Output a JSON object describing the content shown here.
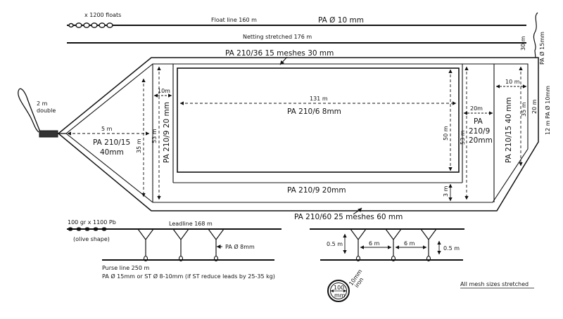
{
  "top": {
    "floats": "x 1200 floats",
    "float_line": "Float line 160 m",
    "float_line_material": "PA  Ø  10 mm",
    "netting_stretched": "Netting stretched 176 m",
    "side_depth": "30 m",
    "side_material": "PA Ø 15mm"
  },
  "net": {
    "top_strip": "PA  210/36     15 meshes  30 mm",
    "bottom_strip": "PA  210/60     25 meshes  60 mm",
    "center_panel": "PA  210/6  8mm",
    "center_length": "131 m",
    "frame_bottom": "PA  210/9  20mm",
    "frame_left": "PA 210/9  20 mm",
    "frame_left_width": "10m",
    "frame_right": "PA",
    "frame_right_2": "210/9",
    "frame_right_3": "20mm",
    "frame_right_width": "20m",
    "end_panel": "PA 210/15  40 mm",
    "end_width": "10 m",
    "end_depth": "35 m",
    "end_depth_outer": "20 m",
    "far_right": "12 m  PA Ø 10mm",
    "wing_material": "PA 210/15",
    "wing_mesh": "40mm",
    "wing_length": "5 m",
    "wing_depth": "35 m",
    "total_depth_left": "53 m",
    "total_depth_right": "53 m",
    "panel_depth": "50 m",
    "bottom_gap": "3 m",
    "bunt_rope": "2 m",
    "bunt_rope_2": "double"
  },
  "bottom": {
    "lead": "100 gr  x 1100  Pb",
    "lead_shape": "(olive shape)",
    "leadline": "Leadline  168 m",
    "bridle": "PA Ø 8mm",
    "purse_line": "Purse line  250 m",
    "purse_material": "PA Ø 15mm  or  ST Ø 8-10mm  (if ST reduce leads by 25-35 kg)",
    "ring_spacing_1": "6 m",
    "ring_spacing_2": "6 m",
    "ring_drop_left": "0.5 m",
    "ring_drop_right": "0.5 m",
    "ring_size": "100",
    "ring_size_unit": "mm",
    "ring_iron": "10mm",
    "ring_iron_2": "iron",
    "note": "All mesh sizes stretched"
  }
}
